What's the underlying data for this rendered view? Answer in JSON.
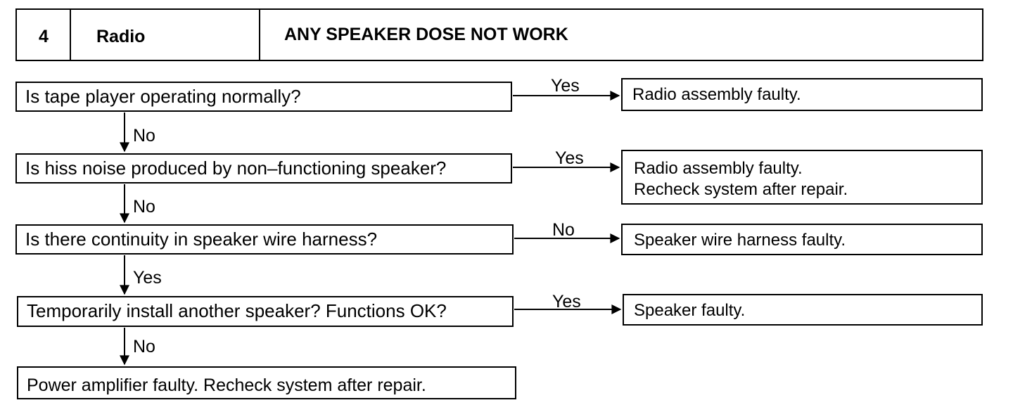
{
  "header": {
    "number": "4",
    "category": "Radio",
    "title": "ANY SPEAKER DOSE NOT WORK"
  },
  "steps": [
    {
      "question": "Is tape player operating normally?",
      "side_label": "Yes",
      "result_lines": [
        "Radio assembly faulty."
      ],
      "down_label": "No"
    },
    {
      "question": "Is hiss noise produced by non–functioning speaker?",
      "side_label": "Yes",
      "result_lines": [
        "Radio assembly faulty.",
        "Recheck system after repair."
      ],
      "down_label": "No"
    },
    {
      "question": "Is there continuity in speaker wire harness?",
      "side_label": "No",
      "result_lines": [
        "Speaker wire harness faulty."
      ],
      "down_label": "Yes"
    },
    {
      "question": "Temporarily install another speaker? Functions OK?",
      "side_label": "Yes",
      "result_lines": [
        "Speaker faulty."
      ],
      "down_label": "No"
    }
  ],
  "final": "Power amplifier faulty. Recheck system after repair."
}
